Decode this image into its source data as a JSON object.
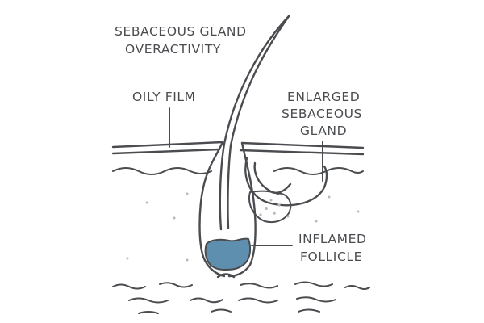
{
  "labels": {
    "title_line1": "SEBACEOUS GLAND",
    "title_line2": "OVERACTIVITY",
    "oily_film": "OILY FILM",
    "enlarged_line1": "ENLARGED",
    "enlarged_line2": "SEBACEOUS",
    "enlarged_line3": "GLAND",
    "inflamed_line1": "INFLAMED",
    "inflamed_line2": "FOLLICLE"
  },
  "colors": {
    "ink": "#4a4c4f",
    "sebum_fill": "#5f8fae",
    "dermis_dots": "#b7b9bc"
  }
}
